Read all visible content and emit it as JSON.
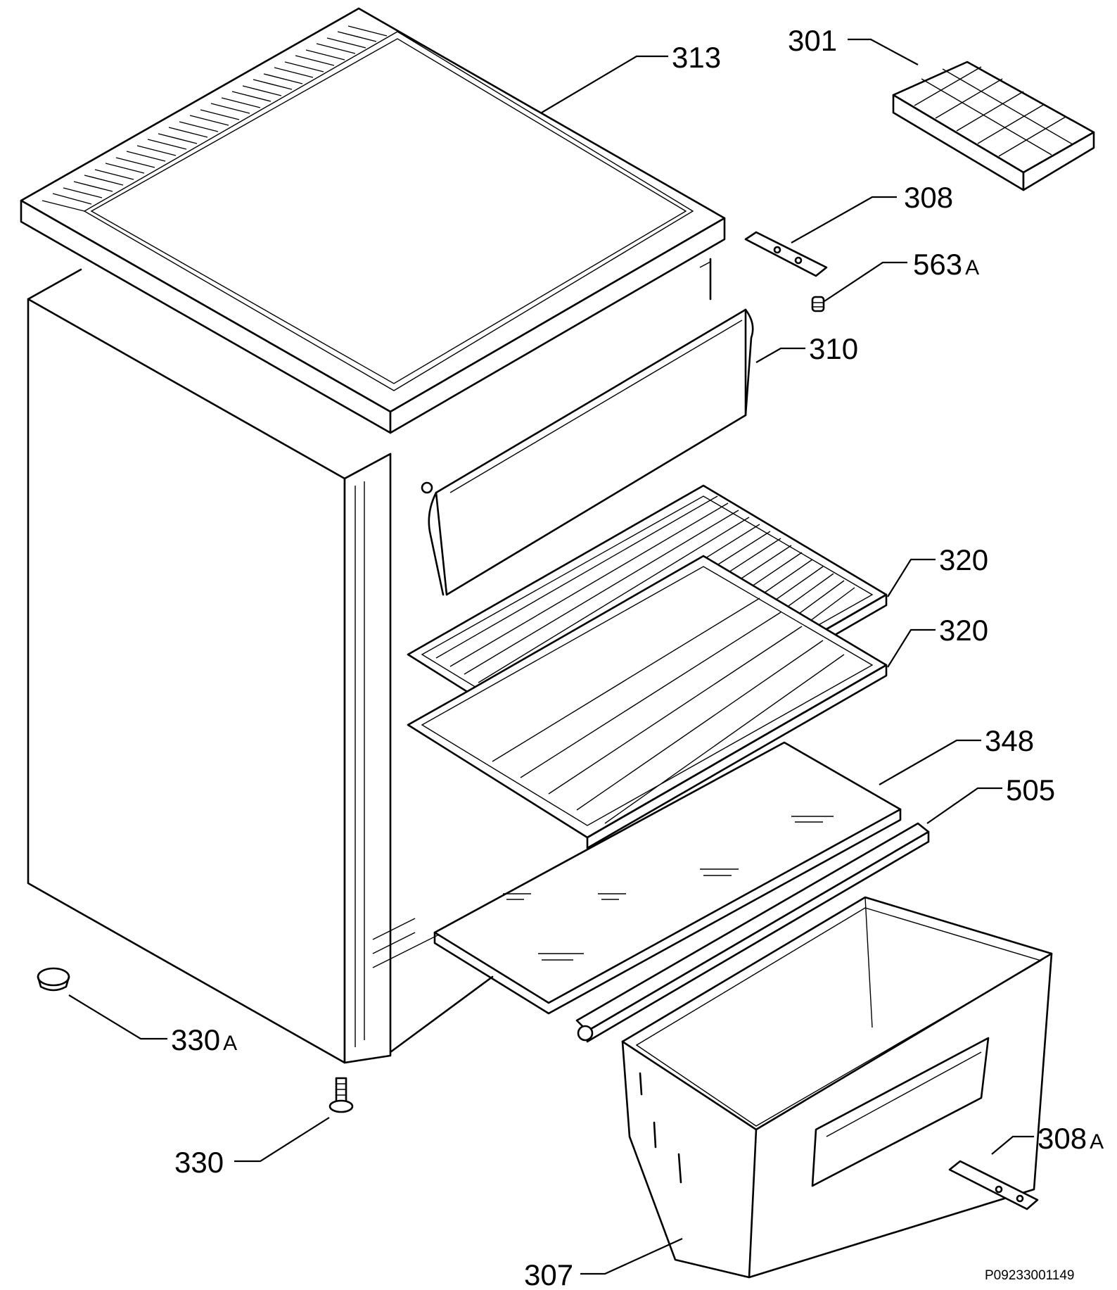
{
  "document_number": "P09233001149",
  "callouts": [
    {
      "id": "301",
      "number": "301",
      "suffix": ""
    },
    {
      "id": "313",
      "number": "313",
      "suffix": ""
    },
    {
      "id": "308",
      "number": "308",
      "suffix": ""
    },
    {
      "id": "563A",
      "number": "563",
      "suffix": "A"
    },
    {
      "id": "310",
      "number": "310",
      "suffix": ""
    },
    {
      "id": "320-upper",
      "number": "320",
      "suffix": ""
    },
    {
      "id": "320-lower",
      "number": "320",
      "suffix": ""
    },
    {
      "id": "348",
      "number": "348",
      "suffix": ""
    },
    {
      "id": "505",
      "number": "505",
      "suffix": ""
    },
    {
      "id": "330A",
      "number": "330",
      "suffix": "A"
    },
    {
      "id": "330",
      "number": "330",
      "suffix": ""
    },
    {
      "id": "308A",
      "number": "308",
      "suffix": "A"
    },
    {
      "id": "307",
      "number": "307",
      "suffix": ""
    }
  ]
}
